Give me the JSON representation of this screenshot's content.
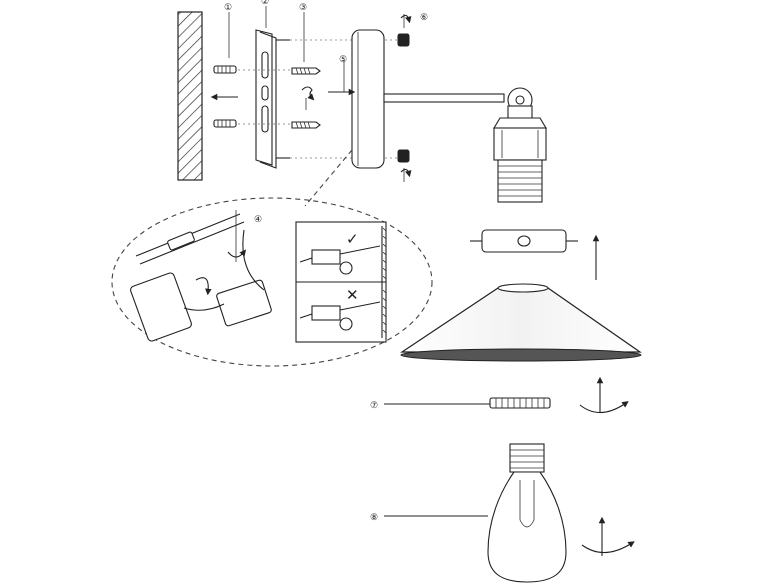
{
  "diagram": {
    "type": "exploded-assembly-instructions",
    "subject": "wall sconce with cone shade and vintage bulb",
    "step_numbers": [
      "①",
      "②",
      "③",
      "④",
      "⑤",
      "⑥",
      "⑦",
      "⑧"
    ],
    "wiring_check": {
      "correct": "✓",
      "incorrect": "✕"
    }
  }
}
